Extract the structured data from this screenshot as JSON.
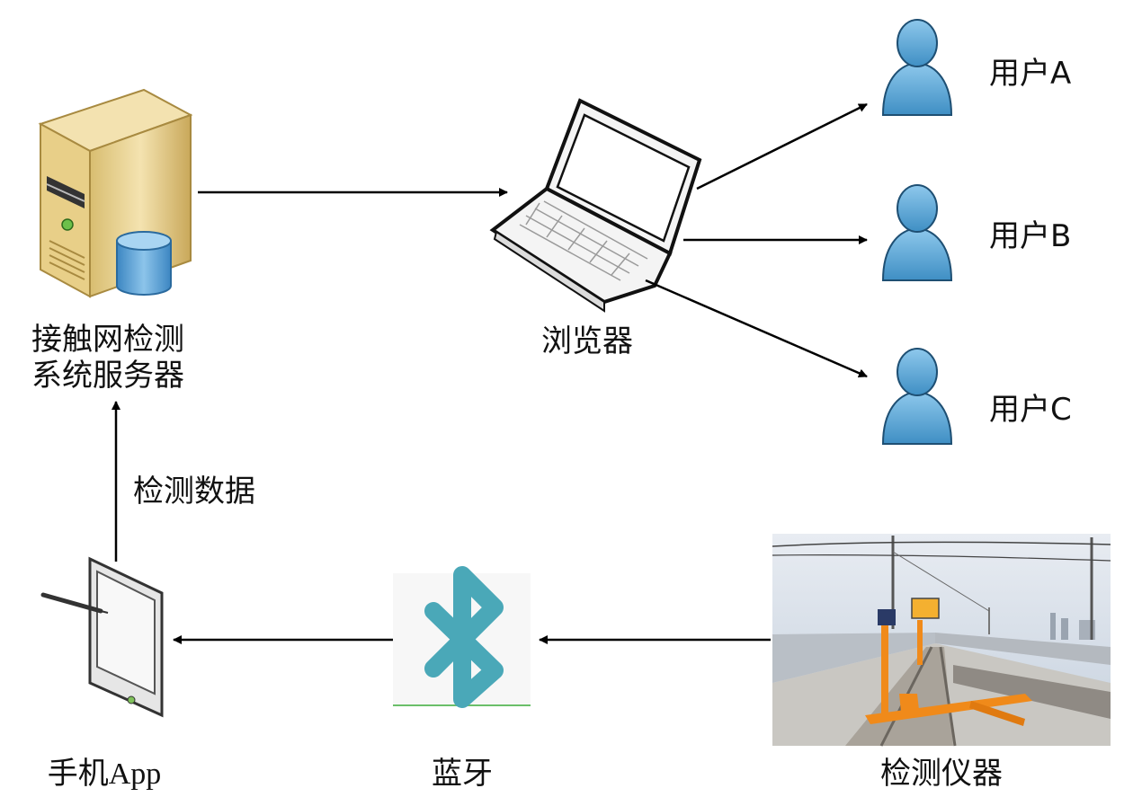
{
  "nodes": {
    "server": {
      "label_line1": "接触网检测",
      "label_line2": "系统服务器"
    },
    "browser": {
      "label": "浏览器"
    },
    "user_a": {
      "label": "用户A"
    },
    "user_b": {
      "label": "用户B"
    },
    "user_c": {
      "label": "用户C"
    },
    "phone_app": {
      "label": "手机App"
    },
    "bluetooth": {
      "label": "蓝牙"
    },
    "instrument": {
      "label": "检测仪器"
    }
  },
  "edges": {
    "phone_to_server": {
      "label": "检测数据"
    }
  },
  "colors": {
    "user_icon": "#4f9fcf",
    "bluetooth": "#4aa8b8",
    "server_body": "#e6cf8f",
    "db": "#5aa2d6",
    "sky": "#cfd8e4",
    "rail_orange": "#f08a1a"
  }
}
